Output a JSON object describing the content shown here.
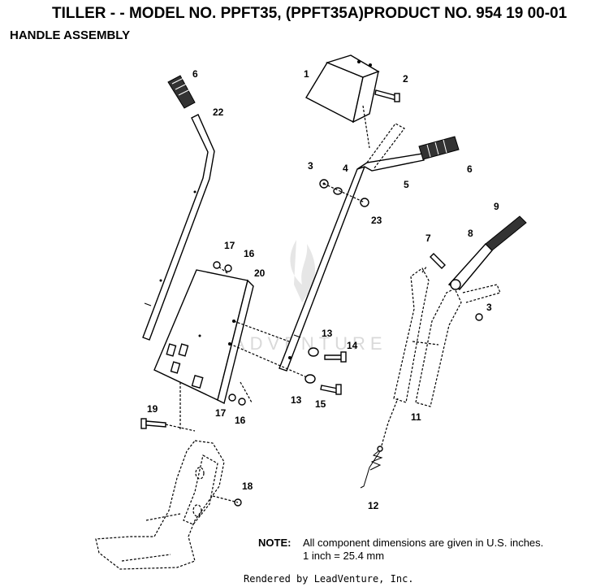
{
  "header": {
    "title": "TILLER - - MODEL NO. PPFT35, (PPFT35A)PRODUCT NO. 954 19 00-01",
    "subtitle": "HANDLE ASSEMBLY"
  },
  "callouts": {
    "c1": "1",
    "c2": "2",
    "c3a": "3",
    "c3b": "3",
    "c4": "4",
    "c5": "5",
    "c6a": "6",
    "c6b": "6",
    "c7": "7",
    "c8": "8",
    "c9": "9",
    "c11": "11",
    "c12": "12",
    "c13a": "13",
    "c13b": "13",
    "c14": "14",
    "c15": "15",
    "c16a": "16",
    "c16b": "16",
    "c17a": "17",
    "c17b": "17",
    "c18": "18",
    "c19": "19",
    "c20": "20",
    "c22": "22",
    "c23": "23"
  },
  "note": {
    "label": "NOTE:",
    "line1": "All component dimensions are given in U.S. inches.",
    "line2": "1 inch = 25.4 mm"
  },
  "watermark": "LEADVENTURE",
  "footer": "Rendered by LeadVenture, Inc."
}
